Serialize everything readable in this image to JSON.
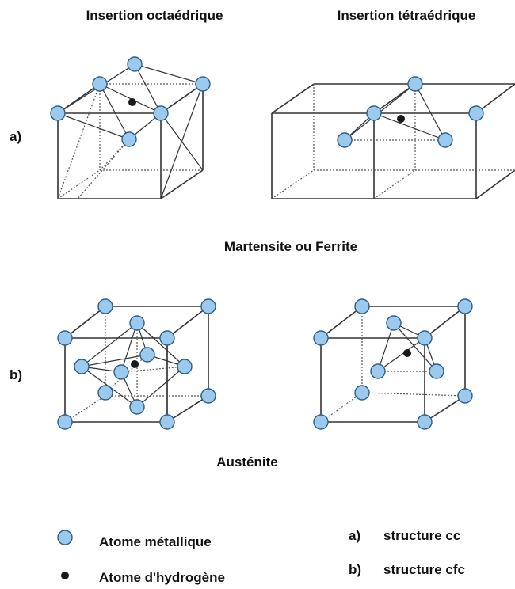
{
  "titles": {
    "octa": "Insertion octaédrique",
    "tetra": "Insertion tétraédrique",
    "martensite": "Martensite ou Ferrite",
    "austenite": "Austénite"
  },
  "row_labels": {
    "a": "a)",
    "b": "b)"
  },
  "legend": {
    "metal": "Atome métallique",
    "hydrogen": "Atome d'hydrogène",
    "a_key": "a)",
    "a_text": "structure cc",
    "b_key": "b)",
    "b_text": "structure cfc"
  },
  "colors": {
    "metal_atom": "#9cc9ee",
    "metal_outline": "#2a5f8a",
    "hydrogen_atom": "#1a1a1a",
    "lines": "#333333"
  }
}
